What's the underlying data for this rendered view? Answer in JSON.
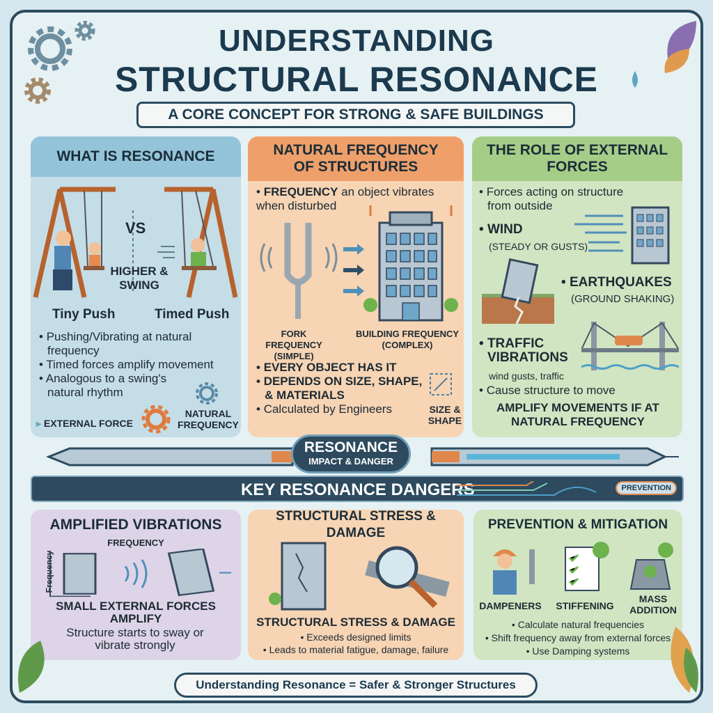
{
  "title": {
    "line1": "UNDERSTANDING",
    "line2": "STRUCTURAL RESONANCE",
    "subtitle": "A CORE CONCEPT FOR STRONG & SAFE BUILDINGS"
  },
  "panel1": {
    "header": "WHAT IS RESONANCE",
    "vs": "VS",
    "higher": "HIGHER &\nSWING",
    "tiny": "Tiny Push",
    "timed": "Timed Push",
    "bullets": [
      "Pushing/Vibrating at natural frequency",
      "Timed forces amplify movement",
      "Analogous to a swing's natural rhythm"
    ],
    "external_force": "EXTERNAL FORCE",
    "natural_frequency": "NATURAL FREQUENCY"
  },
  "panel2": {
    "header": "NATURAL FREQUENCY OF STRUCTURES",
    "intro_bold": "FREQUENCY",
    "intro": " an object vibrates when disturbed",
    "fork_caption": "FORK FREQUENCY (SIMPLE)",
    "building_caption": "BUILDING FREQUENCY (COMPLEX)",
    "bullets": [
      "EVERY OBJECT HAS IT",
      "DEPENDS ON SIZE, SHAPE, & MATERIALS",
      "Calculated by Engineers"
    ],
    "size_shape": "SIZE & SHAPE"
  },
  "panel3": {
    "header": "THE ROLE OF EXTERNAL FORCES",
    "b1": "Forces acting on structure from outside",
    "wind": "WIND",
    "wind_sub": "(STEADY OR GUSTS)",
    "earthquakes": "EARTHQUAKES",
    "earthquakes_sub": "(GROUND SHAKING)",
    "traffic": "TRAFFIC VIBRATIONS",
    "traffic_sub": "wind gusts, traffic",
    "b5": "Cause structure to move",
    "amplify": "AMPLIFY MOVEMENTS IF AT NATURAL FREQUENCY"
  },
  "divider": {
    "title": "RESONANCE",
    "subtitle": "IMPACT & DANGER"
  },
  "banner": {
    "title": "KEY RESONANCE DANGERS",
    "badge": "PREVENTION"
  },
  "panel4": {
    "header": "AMPLIFIED VIBRATIONS",
    "freq_label": "FREQUENCY",
    "axis_label": "Frequency",
    "caption": "SMALL EXTERNAL FORCES AMPLIFY",
    "text": "Structure starts to sway or vibrate strongly"
  },
  "panel5": {
    "header": "STRUCTURAL STRESS & DAMAGE",
    "caption": "STRUCTURAL STRESS & DAMAGE",
    "bullets": [
      "Exceeds designed limits",
      "Leads to material fatigue, damage, failure"
    ]
  },
  "panel6": {
    "header": "PREVENTION & MITIGATION",
    "items": [
      "DAMPENERS",
      "STIFFENING",
      "MASS ADDITION"
    ],
    "bullets": [
      "Calculate natural frequencies",
      "Shift frequency away from external forces",
      "Use Damping systems"
    ]
  },
  "footer": "Understanding Resonance = Safer & Stronger Structures",
  "colors": {
    "navy": "#1c3a4e",
    "blue_panel": "#c5dde7",
    "orange_panel": "#f6d4b4",
    "green_panel": "#d2e5c2",
    "purple_panel": "#ddd4e8",
    "accent_orange": "#e58a4c"
  }
}
